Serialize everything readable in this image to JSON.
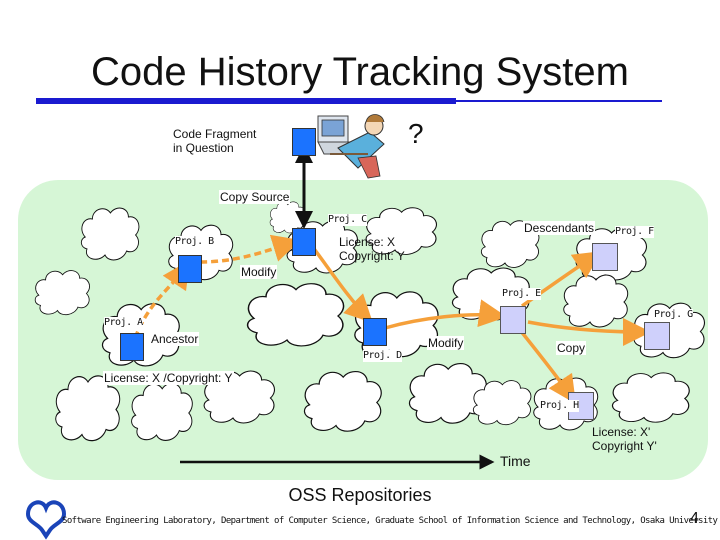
{
  "title": "Code History Tracking System",
  "labels": {
    "code_fragment": "Code Fragment\nin Question",
    "question_mark": "?",
    "copy_source": "Copy Source",
    "proj_c": "Proj. C",
    "descendants": "Descendants",
    "proj_f": "Proj. F",
    "proj_b": "Proj. B",
    "license_xy": "License: X\nCopyright: Y",
    "modify_1": "Modify",
    "proj_e": "Proj. E",
    "proj_a": "Proj. A",
    "proj_g": "Proj. G",
    "ancestor": "Ancestor",
    "modify_2": "Modify",
    "copy": "Copy",
    "proj_d": "Proj. D",
    "license_copyright": "License: X /Copyright: Y",
    "proj_h": "Proj. H",
    "time": "Time",
    "license_xprime": "License: X'\nCopyright Y'"
  },
  "repositories_label": "OSS Repositories",
  "footer": "Software Engineering Laboratory, Department of Computer Science, Graduate School of Information Science and Technology, Osaka University",
  "page_number": "4",
  "colors": {
    "title_rule": "#1a1ad0",
    "repo_background": "#d6f6d6",
    "fragment_blue": "#1b73ff",
    "project_lavender": "#cfd0fb",
    "lineage_arrow": "#f5a03a"
  },
  "icons": [
    "person-at-computer-icon",
    "osaka-university-logo-icon",
    "cloud-icon"
  ]
}
